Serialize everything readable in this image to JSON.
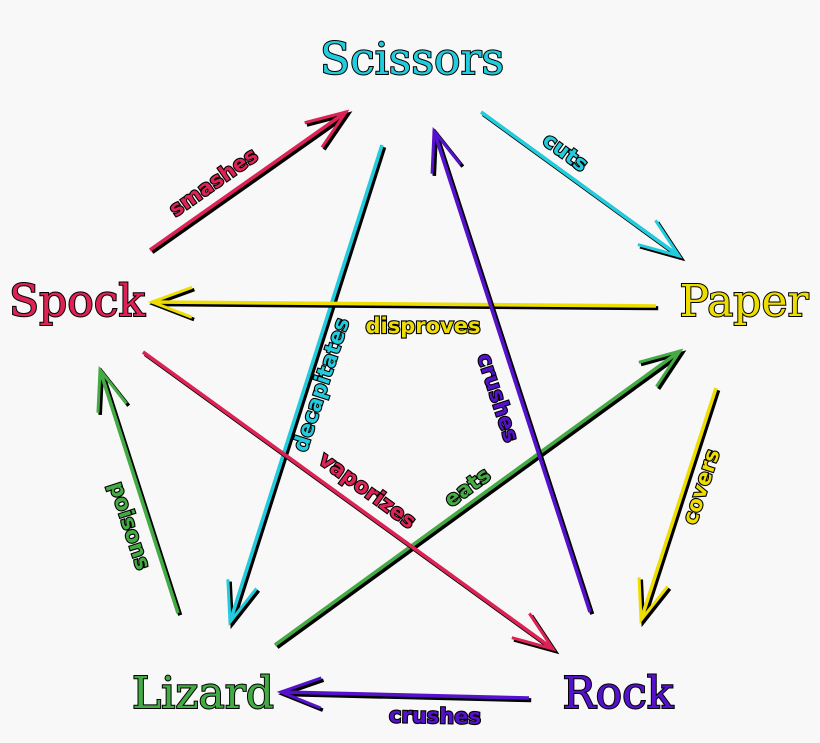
{
  "colors": {
    "Scissors": "#22ccdd",
    "Paper": "#eedd00",
    "Rock": "#5511cc",
    "Lizard": "#44aa44",
    "Spock": "#dd2255"
  },
  "nodes": [
    {
      "id": "Scissors",
      "label": "Scissors",
      "color": "#22ccdd"
    },
    {
      "id": "Paper",
      "label": "Paper",
      "color": "#eedd00"
    },
    {
      "id": "Rock",
      "label": "Rock",
      "color": "#5511cc"
    },
    {
      "id": "Lizard",
      "label": "Lizard",
      "color": "#44aa44"
    },
    {
      "id": "Spock",
      "label": "Spock",
      "color": "#dd2255"
    }
  ],
  "edges": [
    {
      "from": "Scissors",
      "to": "Paper",
      "verb": "cuts"
    },
    {
      "from": "Paper",
      "to": "Rock",
      "verb": "covers"
    },
    {
      "from": "Rock",
      "to": "Lizard",
      "verb": "crushes"
    },
    {
      "from": "Lizard",
      "to": "Spock",
      "verb": "poisons"
    },
    {
      "from": "Spock",
      "to": "Scissors",
      "verb": "smashes"
    },
    {
      "from": "Scissors",
      "to": "Lizard",
      "verb": "decapitates"
    },
    {
      "from": "Lizard",
      "to": "Paper",
      "verb": "eats"
    },
    {
      "from": "Paper",
      "to": "Spock",
      "verb": "disproves"
    },
    {
      "from": "Spock",
      "to": "Rock",
      "verb": "vaporizes"
    },
    {
      "from": "Rock",
      "to": "Scissors",
      "verb": "crushes"
    }
  ]
}
